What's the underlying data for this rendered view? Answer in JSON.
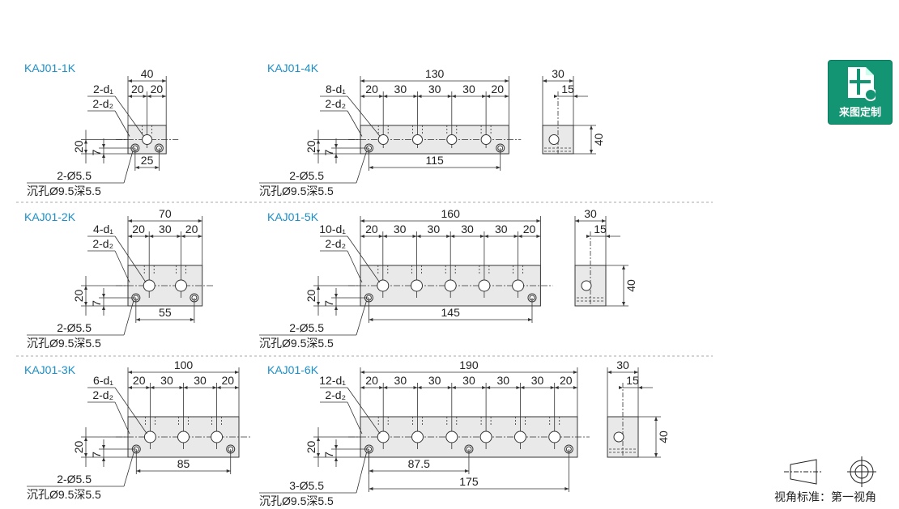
{
  "custom_drawing_badge": {
    "label": "来图定制",
    "color": "#139473"
  },
  "projection": {
    "label": "视角标准：第一视角"
  },
  "parts": [
    {
      "title": "KAJ01-1K",
      "length": 40,
      "segments": [
        20,
        20
      ],
      "d1": "2-d₁",
      "d2": "2-d₂",
      "height_dim": "20",
      "hole_offset_dim": "7",
      "bottom_dims": [
        "25"
      ],
      "mount_span": [
        25
      ],
      "holes": "2-Ø5.5",
      "counterbore": "沉孔Ø9.5深5.5",
      "side": null
    },
    {
      "title": "KAJ01-4K",
      "length": 130,
      "segments": [
        20,
        30,
        30,
        30,
        20
      ],
      "d1": "8-d₁",
      "d2": "2-d₂",
      "height_dim": "20",
      "hole_offset_dim": "7",
      "bottom_dims": [
        "115"
      ],
      "mount_span": [
        115
      ],
      "holes": "2-Ø5.5",
      "counterbore": "沉孔Ø9.5深5.5",
      "side": {
        "width": "30",
        "port": "15",
        "height": "40"
      }
    },
    {
      "title": "KAJ01-2K",
      "length": 70,
      "segments": [
        20,
        30,
        20
      ],
      "d1": "4-d₁",
      "d2": "2-d₂",
      "height_dim": "20",
      "hole_offset_dim": "7",
      "bottom_dims": [
        "55"
      ],
      "mount_span": [
        55
      ],
      "holes": "2-Ø5.5",
      "counterbore": "沉孔Ø9.5深5.5",
      "side": null
    },
    {
      "title": "KAJ01-5K",
      "length": 160,
      "segments": [
        20,
        30,
        30,
        30,
        30,
        20
      ],
      "d1": "10-d₁",
      "d2": "2-d₂",
      "height_dim": "20",
      "hole_offset_dim": "7",
      "bottom_dims": [
        "145"
      ],
      "mount_span": [
        145
      ],
      "holes": "2-Ø5.5",
      "counterbore": "沉孔Ø9.5深5.5",
      "side": {
        "width": "30",
        "port": "15",
        "height": "40"
      }
    },
    {
      "title": "KAJ01-3K",
      "length": 100,
      "segments": [
        20,
        30,
        30,
        20
      ],
      "d1": "6-d₁",
      "d2": "2-d₂",
      "height_dim": "20",
      "hole_offset_dim": "7",
      "bottom_dims": [
        "85"
      ],
      "mount_span": [
        85
      ],
      "holes": "2-Ø5.5",
      "counterbore": "沉孔Ø9.5深5.5",
      "side": null
    },
    {
      "title": "KAJ01-6K",
      "length": 190,
      "segments": [
        20,
        30,
        30,
        30,
        30,
        30,
        20
      ],
      "d1": "12-d₁",
      "d2": "2-d₂",
      "height_dim": "20",
      "hole_offset_dim": "7",
      "bottom_dims": [
        "87.5",
        "175"
      ],
      "mount_span": [
        87.5,
        175
      ],
      "holes": "3-Ø5.5",
      "counterbore": "沉孔Ø9.5深5.5",
      "side": {
        "width": "30",
        "port": "15",
        "height": "40"
      }
    }
  ]
}
